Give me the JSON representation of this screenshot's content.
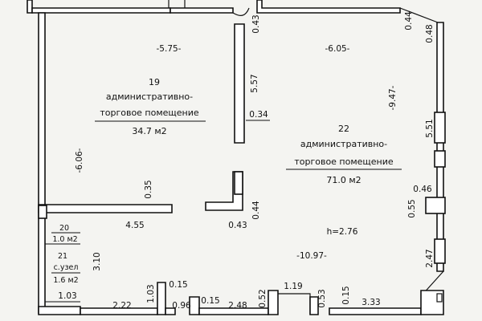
{
  "rooms": {
    "r19": {
      "number": "19",
      "name_line1": "административно-",
      "name_line2": "торговое помещение",
      "area": "34.7 м2"
    },
    "r22": {
      "number": "22",
      "name_line1": "административно-",
      "name_line2": "торговое помещение",
      "area": "71.0 м2"
    },
    "r20": {
      "number": "20",
      "area": "1.0 м2"
    },
    "r21": {
      "number": "21",
      "name": "с.узел",
      "area": "1.6 м2"
    }
  },
  "height_note": "h=2.76",
  "dimensions": {
    "d_575": "-5.75-",
    "d_605": "-6.05-",
    "d_947": "-9.47-",
    "d_606": "-6.06-",
    "d_1097": "-10.97-",
    "d_043_top": "0.43",
    "d_557": "5.57",
    "d_034": "0.34",
    "d_044_top": "0.44",
    "d_048": "0.48",
    "d_551": "5.51",
    "d_046": "0.46",
    "d_055": "0.55",
    "d_035": "0.35",
    "d_044_mid": "0.44",
    "d_043_mid": "0.43",
    "d_455": "4.55",
    "d_310": "3.10",
    "d_103_left": "1.03",
    "d_103_mid": "1.03",
    "d_222": "2.22",
    "d_015_a": "0.15",
    "d_096": "0.96",
    "d_015_b": "0.15",
    "d_248": "2.48",
    "d_052": "0.52",
    "d_119": "1.19",
    "d_053": "0.53",
    "d_015_c": "0.15",
    "d_333": "3.33",
    "d_247": "2.47"
  }
}
